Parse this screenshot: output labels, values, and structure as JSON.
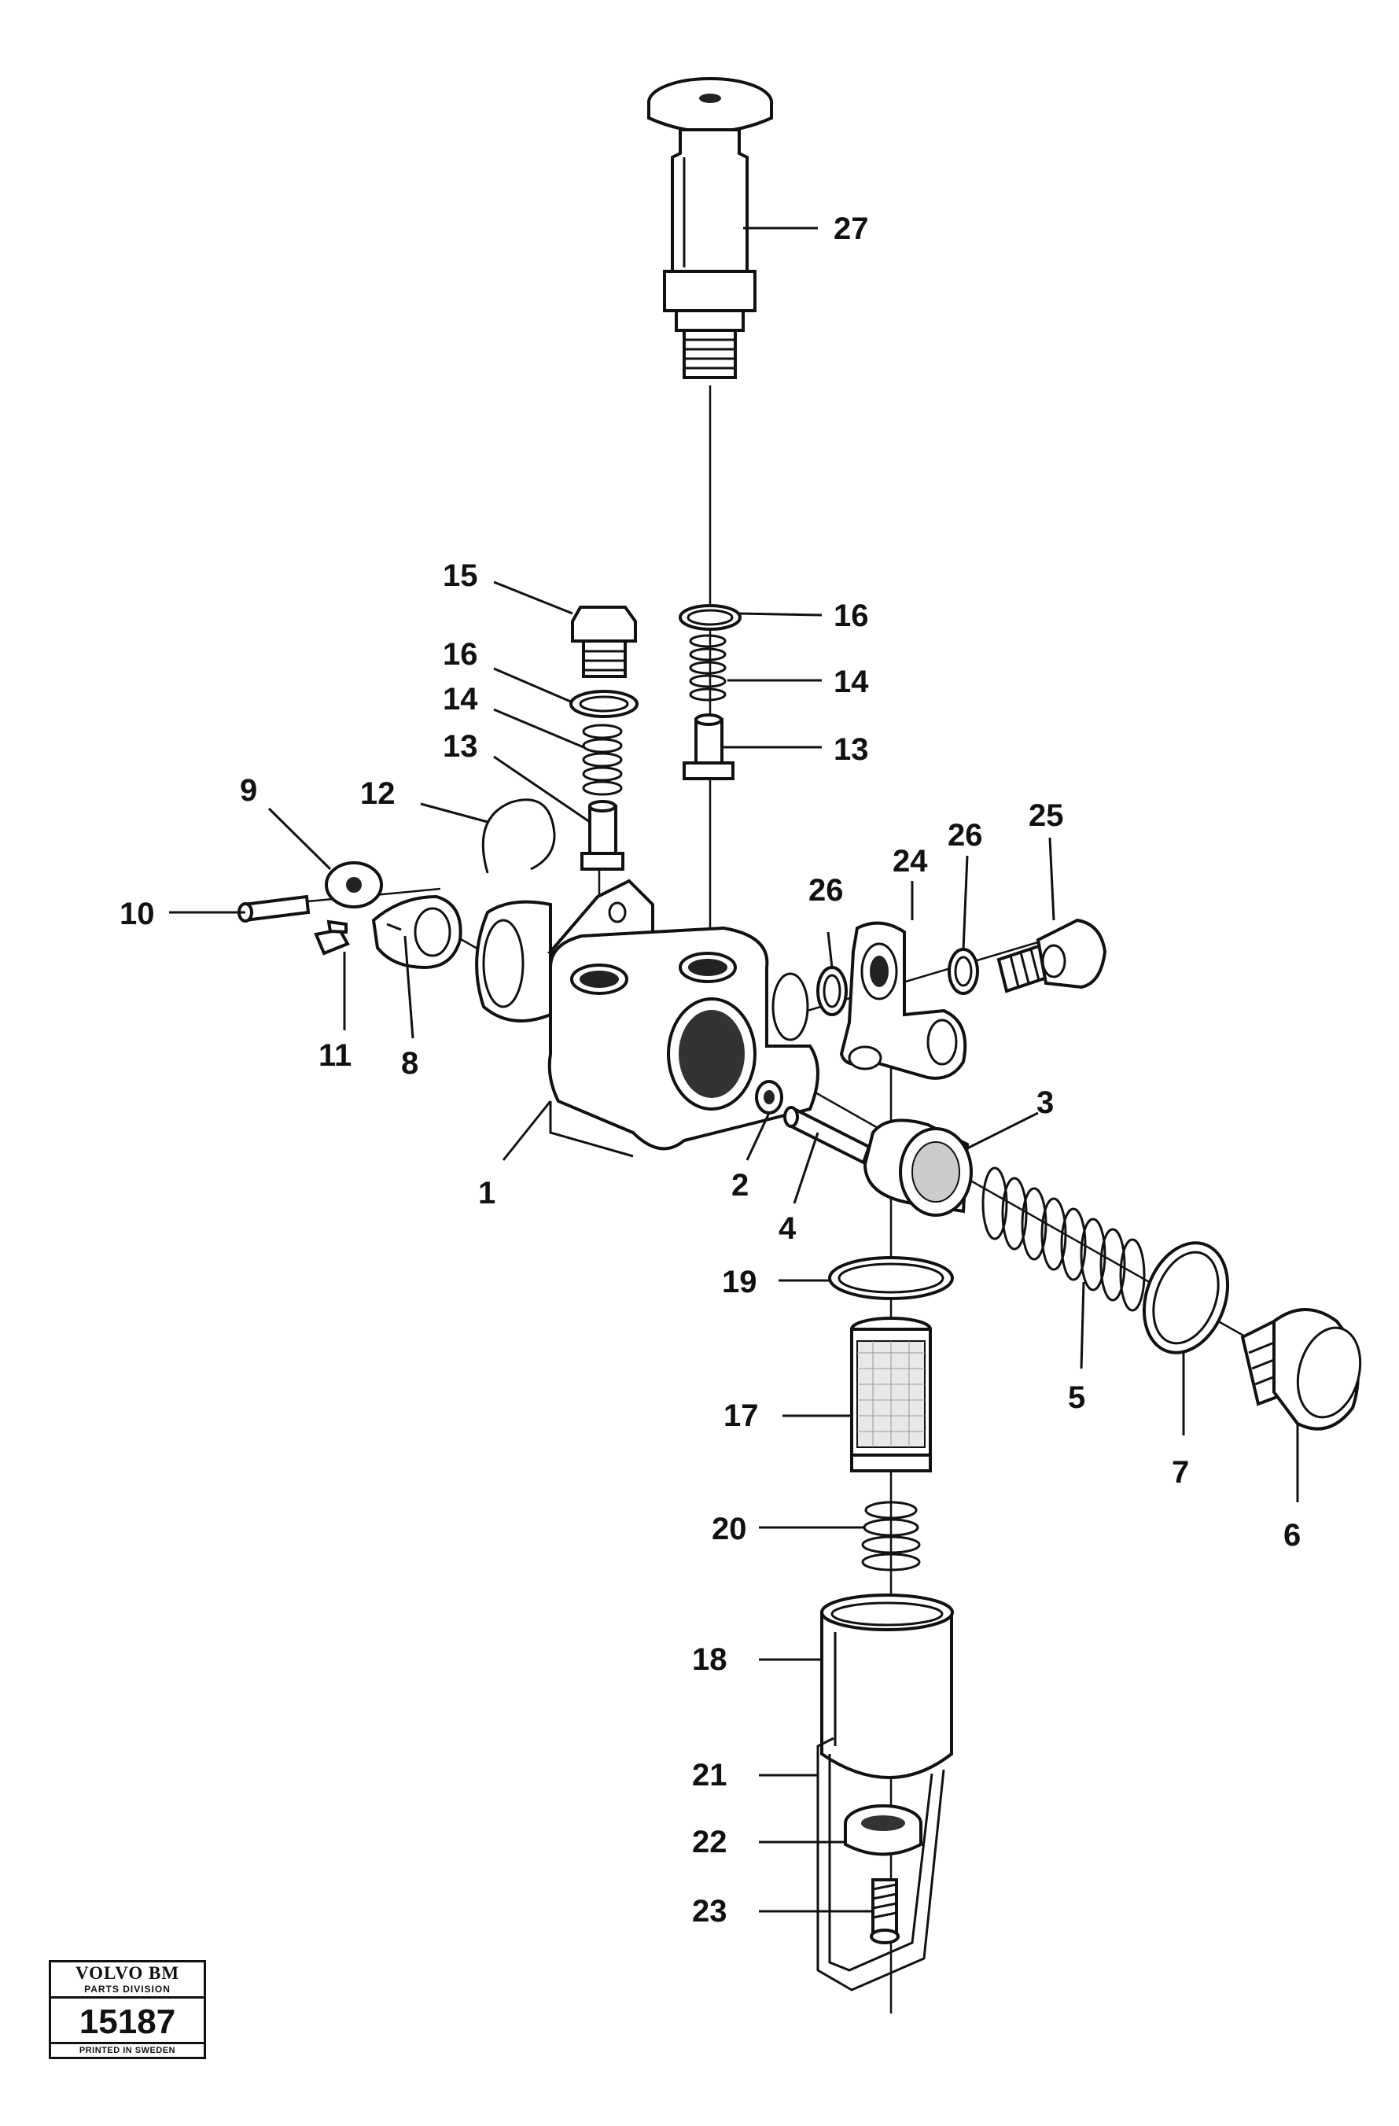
{
  "callouts": {
    "c27": "27",
    "c15": "15",
    "c16a": "16",
    "c14a": "14",
    "c13a": "13",
    "c16b": "16",
    "c14b": "14",
    "c13b": "13",
    "c9": "9",
    "c12": "12",
    "c10": "10",
    "c11": "11",
    "c8": "8",
    "c1": "1",
    "c26a": "26",
    "c24": "24",
    "c26b": "26",
    "c25": "25",
    "c2": "2",
    "c4": "4",
    "c3": "3",
    "c19": "19",
    "c17": "17",
    "c5": "5",
    "c7": "7",
    "c6": "6",
    "c20": "20",
    "c18": "18",
    "c21": "21",
    "c22": "22",
    "c23": "23"
  },
  "stamp": {
    "brand": "VOLVO BM",
    "division": "PARTS DIVISION",
    "number": "15187",
    "printed": "PRINTED IN SWEDEN"
  }
}
